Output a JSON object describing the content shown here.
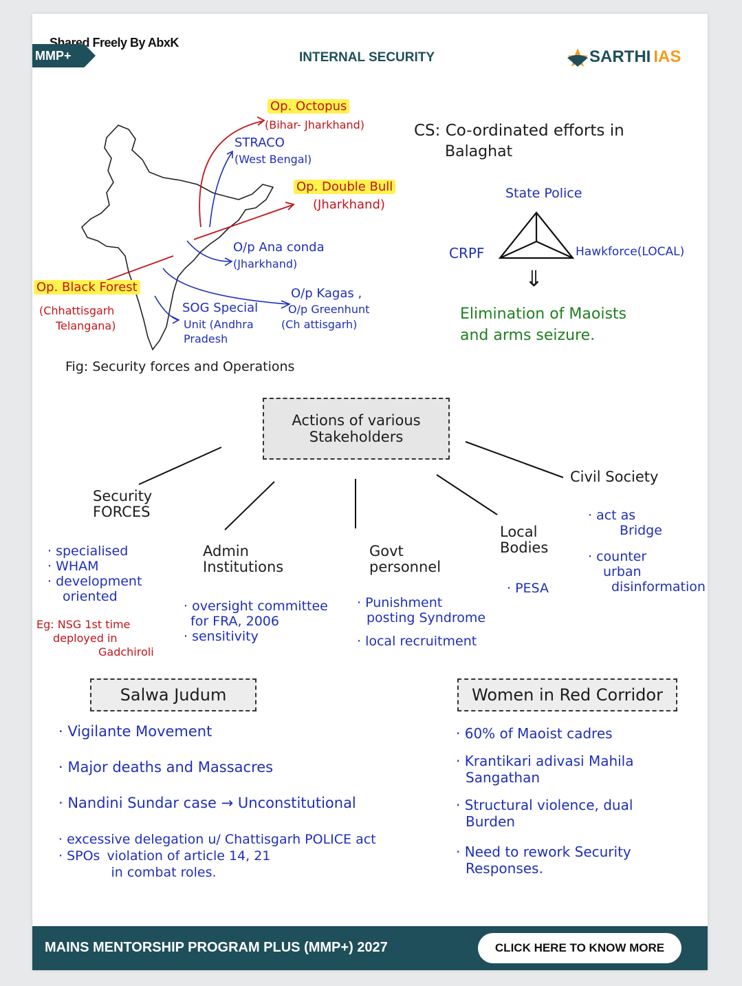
{
  "header": {
    "credit": "Shared Freely By AbxK",
    "badge": "MMP+",
    "title": "INTERNAL SECURITY",
    "brand_name": "SARTHI",
    "brand_accent": "IAS"
  },
  "map_section": {
    "operations": [
      {
        "name": "Op. Octopus",
        "region": "(Bihar- Jharkhand)"
      },
      {
        "name": "STRACO",
        "region": "(West Bengal)"
      },
      {
        "name": "Op. Double Bull",
        "region": "(Jharkhand)"
      },
      {
        "name": "O/p Ana conda",
        "region": "(Jharkhand)"
      },
      {
        "name": "O/p Kagas ,",
        "region": "O/p Greenhunt",
        "region2": "(Ch attisgarh)"
      },
      {
        "name": "SOG Special",
        "region": "Unit (Andhra",
        "region2": "Pradesh"
      },
      {
        "name": "Op. Black Forest",
        "region": "(Chhattisgarh",
        "region2": "Telangana)"
      }
    ],
    "caption": "Fig: Security forces and Operations"
  },
  "case_study": {
    "line1": "CS: Co-ordinated efforts in",
    "line2": "Balaghat",
    "top": "State Police",
    "left": "CRPF",
    "right": "Hawkforce(LOCAL)",
    "arrow": "⇓",
    "outcome1": "Elimination of Maoists",
    "outcome2": "and arms seizure."
  },
  "stakeholders": {
    "title_line1": "Actions of various",
    "title_line2": "Stakeholders",
    "security": {
      "head1": "Security",
      "head2": "FORCES",
      "points": [
        "· specialised",
        "· WHAM",
        "· development",
        "oriented"
      ],
      "eg1": "Eg: NSG 1st time",
      "eg2": "deployed in",
      "eg3": "Gadchiroli"
    },
    "admin": {
      "head1": "Admin",
      "head2": "Institutions",
      "points": [
        "· oversight committee",
        "for FRA, 2006",
        "· sensitivity"
      ]
    },
    "govt": {
      "head1": "Govt",
      "head2": "personnel",
      "points": [
        "· Punishment",
        "posting Syndrome",
        "· local recruitment"
      ]
    },
    "local": {
      "head1": "Local",
      "head2": "Bodies",
      "points": [
        "· PESA"
      ]
    },
    "civil": {
      "head": "Civil Society",
      "points": [
        "· act as",
        "Bridge",
        "· counter",
        "urban",
        "disinformation"
      ]
    }
  },
  "salwa": {
    "title": "Salwa Judum",
    "points": [
      "· Vigilante Movement",
      "· Major deaths and Massacres",
      "· Nandini Sundar case → Unconstitutional",
      "· excessive delegation u/ Chattisgarh POLICE act",
      "· SPOs",
      "violation of article 14, 21",
      "in combat roles."
    ]
  },
  "women": {
    "title": "Women in Red Corridor",
    "points": [
      "· 60% of Maoist cadres",
      "· Krantikari adivasi Mahila",
      "Sangathan",
      "· Structural violence, dual",
      "Burden",
      "· Need to rework Security",
      "Responses."
    ]
  },
  "footer": {
    "text": "MAINS MENTORSHIP PROGRAM PLUS (MMP+) 2027",
    "cta": "CLICK HERE TO KNOW MORE"
  }
}
